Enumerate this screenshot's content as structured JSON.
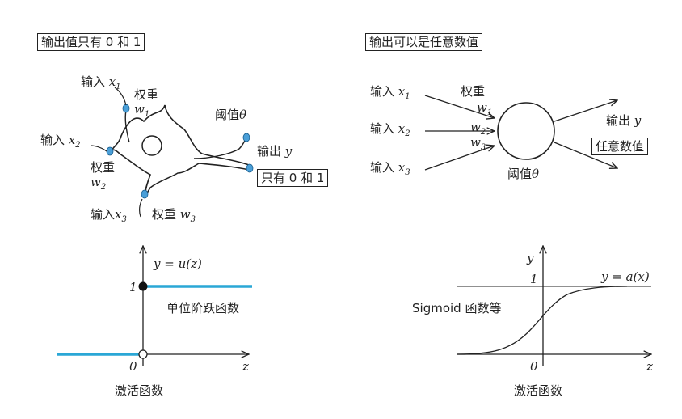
{
  "top_left": {
    "heading": "输出值只有 0 和 1",
    "inputs": [
      {
        "label": "输入",
        "var": "x",
        "sub": "1"
      },
      {
        "label": "输入",
        "var": "x",
        "sub": "2"
      },
      {
        "label": "输入",
        "var": "x",
        "sub": "3"
      }
    ],
    "weight_label": "权重",
    "weights": [
      {
        "var": "w",
        "sub": "1"
      },
      {
        "var": "w",
        "sub": "2"
      },
      {
        "var": "w",
        "sub": "3"
      }
    ],
    "threshold_label": "阈值",
    "threshold_symbol": "θ",
    "output_label": "输出",
    "output_var": "y",
    "output_box": "只有 0 和 1"
  },
  "top_right": {
    "heading": "输出可以是任意数值",
    "inputs": [
      {
        "label": "输入",
        "var": "x",
        "sub": "1"
      },
      {
        "label": "输入",
        "var": "x",
        "sub": "2"
      },
      {
        "label": "输入",
        "var": "x",
        "sub": "3"
      }
    ],
    "weight_label": "权重",
    "weights": [
      {
        "var": "w",
        "sub": "1"
      },
      {
        "var": "w",
        "sub": "2"
      },
      {
        "var": "w",
        "sub": "3"
      }
    ],
    "threshold_label": "阈值",
    "threshold_symbol": "θ",
    "output_label": "输出",
    "output_var": "y",
    "output_box": "任意数值"
  },
  "bottom_left": {
    "function_label": "y = u(z)",
    "curve_label": "单位阶跃函数",
    "tick_one": "1",
    "tick_zero": "0",
    "x_axis": "z",
    "caption": "激活函数"
  },
  "bottom_right": {
    "function_label": "y = a(x)",
    "curve_label": "Sigmoid 函数等",
    "tick_one": "1",
    "tick_zero": "0",
    "x_axis": "z",
    "y_axis": "y",
    "caption": "激活函数"
  },
  "colors": {
    "step_line": "#2aa7d6",
    "dendrite_tip": "#4a9fd8",
    "ink": "#222222"
  }
}
